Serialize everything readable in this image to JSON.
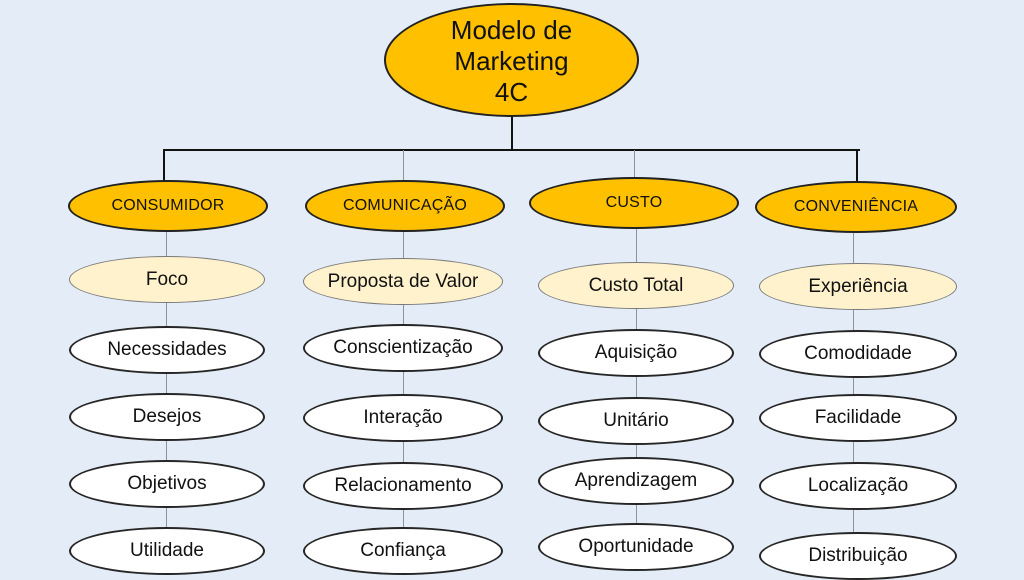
{
  "root": {
    "lines": [
      "Modelo de",
      "Marketing",
      "4C"
    ]
  },
  "columns": [
    {
      "title": "CONSUMIDOR",
      "items": [
        "Foco",
        "Necessidades",
        "Desejos",
        "Objetivos",
        "Utilidade"
      ]
    },
    {
      "title": "COMUNICAÇÃO",
      "items": [
        "Proposta de Valor",
        "Conscientização",
        "Interação",
        "Relacionamento",
        "Confiança"
      ]
    },
    {
      "title": "CUSTO",
      "items": [
        "Custo Total",
        "Aquisição",
        "Unitário",
        "Aprendizagem",
        "Oportunidade"
      ]
    },
    {
      "title": "CONVENIÊNCIA",
      "items": [
        "Experiência",
        "Comodidade",
        "Facilidade",
        "Localização",
        "Distribuição"
      ]
    }
  ],
  "colors": {
    "background": "#e4edf7",
    "category_fill": "#ffc000",
    "focus_fill": "#fff2cc",
    "item_fill": "#ffffff"
  }
}
